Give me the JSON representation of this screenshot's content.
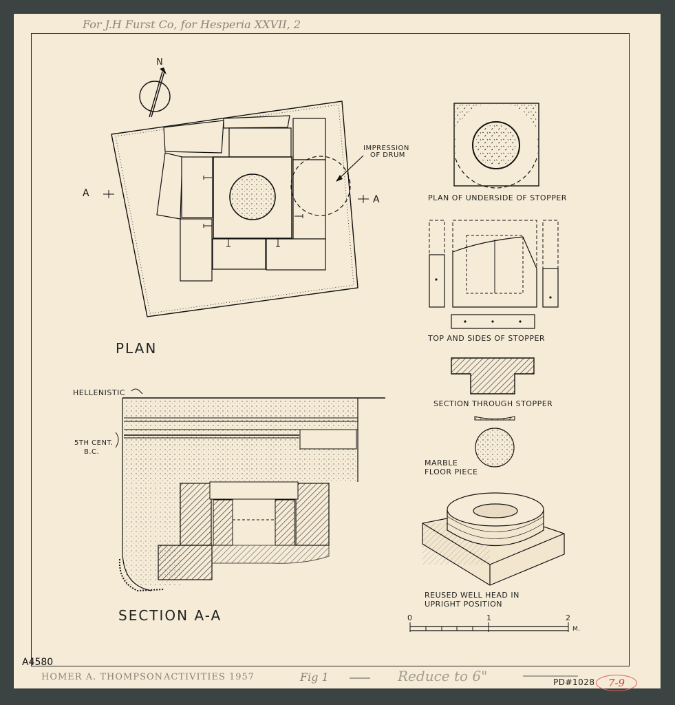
{
  "top_note": "For J.H Furst Co, for Hesperia XXVII, 2",
  "north": "N",
  "plan": {
    "title": "PLAN",
    "section_mark_left": "A",
    "section_mark_right": "A",
    "impression_line1": "IMPRESSION",
    "impression_line2": "OF DRUM"
  },
  "section": {
    "title": "SECTION A-A",
    "hellenistic": "HELLENISTIC",
    "fifth_line1": "5TH CENT.",
    "fifth_line2": "B.C."
  },
  "details": {
    "underside": "PLAN OF UNDERSIDE OF STOPPER",
    "top_sides": "TOP AND SIDES OF STOPPER",
    "section_stopper": "SECTION THROUGH STOPPER",
    "marble_line1": "MARBLE",
    "marble_line2": "FLOOR PIECE",
    "wellhead_line1": "REUSED WELL HEAD IN",
    "wellhead_line2": "UPRIGHT POSITION"
  },
  "scale": {
    "t0": "0",
    "t1": "1",
    "t2": "2",
    "unit": "M."
  },
  "footer": {
    "id": "A4580",
    "author": "HOMER A. THOMPSON",
    "activities": "ACTIVITIES 1957",
    "fig": "Fig 1",
    "reduce": "Reduce to 6\"",
    "pd": "PD#1028",
    "stamp": "7-9"
  }
}
